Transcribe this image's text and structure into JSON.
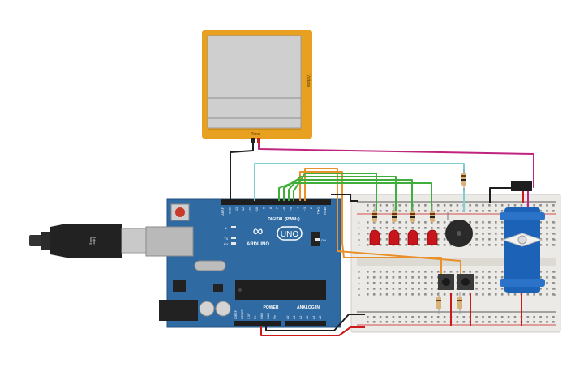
{
  "oscilloscope": {
    "y_label": "Voltage",
    "x_label": "Time"
  },
  "arduino": {
    "logo_text": "ARDUINO",
    "model": "UNO",
    "digital_header": "DIGITAL (PWM~)",
    "power_header": "POWER",
    "analog_header": "ANALOG IN",
    "top_pins": [
      "AREF",
      "GND",
      "13",
      "12",
      "~11",
      "~10",
      "~9",
      "8",
      "7",
      "~6",
      "~5",
      "4",
      "~3",
      "2",
      "TX▸1",
      "RX◂0"
    ],
    "power_pins": [
      "IOREF",
      "RESET",
      "3.3V",
      "5V",
      "GND",
      "GND",
      "Vin"
    ],
    "analog_pins": [
      "A0",
      "A1",
      "A2",
      "A3",
      "A4",
      "A5"
    ],
    "led_labels": [
      "L",
      "TX",
      "RX"
    ],
    "on_label": "ON"
  },
  "breadboard": {
    "row_letters_top": [
      "j",
      "i",
      "h",
      "g",
      "f"
    ],
    "row_letters_bottom": [
      "e",
      "d",
      "c",
      "b",
      "a"
    ]
  },
  "colors": {
    "board": "#2f6aa3",
    "breadboard": "#eceae6",
    "led": "#c8141b",
    "wire_green": "#3fae3a",
    "wire_orange": "#e8902a",
    "wire_magenta": "#c0247f",
    "wire_cyan": "#7fcfd2",
    "wire_black": "#1e1e1e",
    "wire_red": "#cc1a1a",
    "scope_frame": "#e8a020"
  }
}
